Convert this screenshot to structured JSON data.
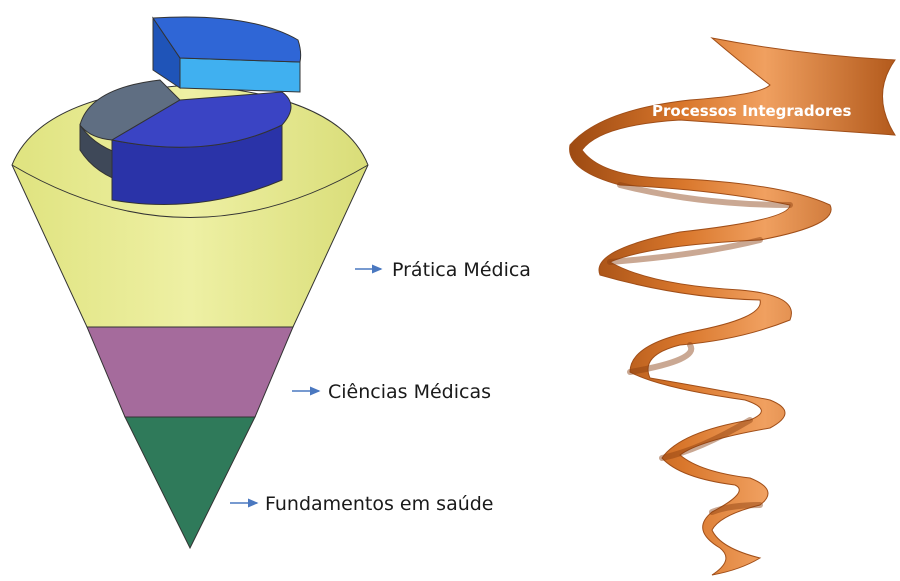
{
  "layers": [
    {
      "id": "pratica",
      "label": "Prática Médica",
      "color": "#e8eb8e"
    },
    {
      "id": "ciencias",
      "label": "Ciências Médicas",
      "color": "#a56b9c"
    },
    {
      "id": "fundamentos",
      "label": "Fundamentos em saúde",
      "color": "#2f7a5a"
    }
  ],
  "pie": {
    "slice_colors": {
      "top_block": "#2f66d6",
      "top_block_face": "#40b0f0",
      "main_slice": "#3a44c4",
      "gray_slice": "#5f6e82"
    }
  },
  "spiral": {
    "title": "Processos Integradores",
    "color": "#d9772c",
    "color_dark": "#b5541a"
  },
  "arrow_color": "#4a78c0"
}
